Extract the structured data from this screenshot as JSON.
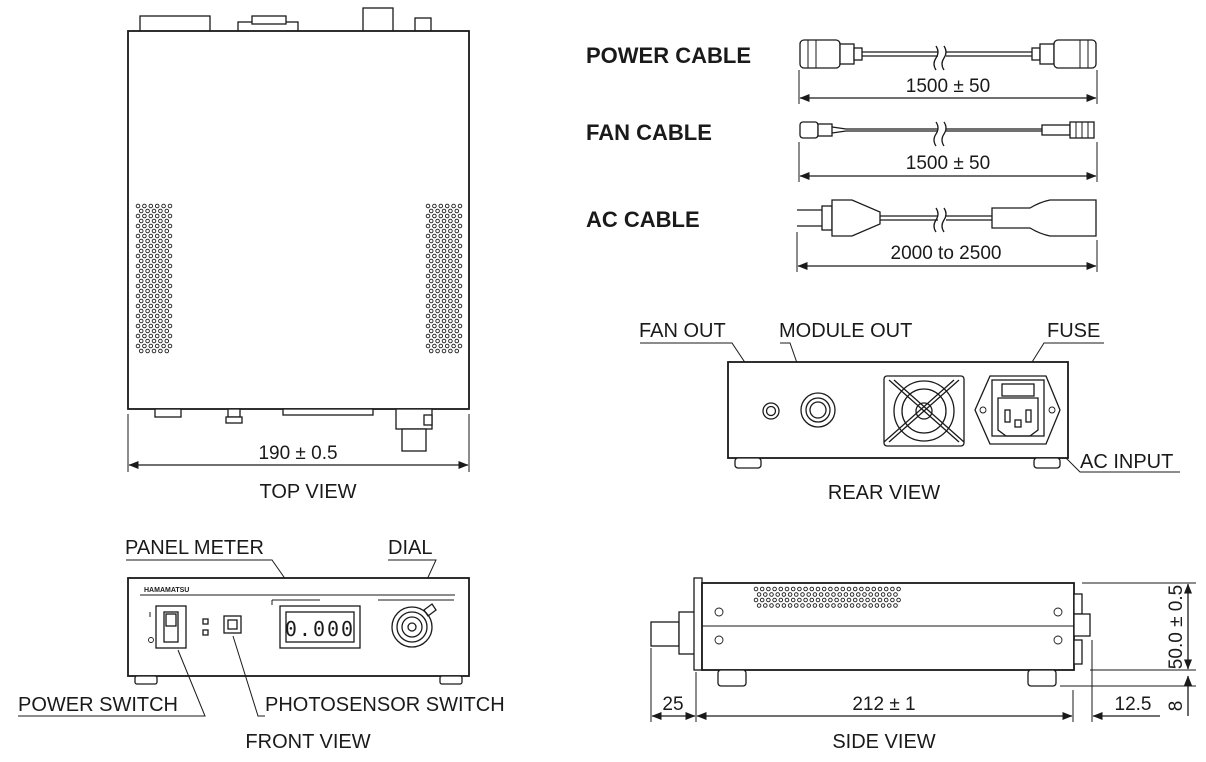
{
  "views": {
    "top": "TOP VIEW",
    "rear": "REAR VIEW",
    "front": "FRONT VIEW",
    "side": "SIDE VIEW"
  },
  "cables": {
    "power": {
      "label": "POWER CABLE",
      "length": "1500 ± 50"
    },
    "fan": {
      "label": "FAN CABLE",
      "length": "1500 ± 50"
    },
    "ac": {
      "label": "AC CABLE",
      "length": "2000 to 2500"
    }
  },
  "rear_labels": {
    "fan_out": "FAN OUT",
    "module_out": "MODULE OUT",
    "fuse": "FUSE",
    "ac_input": "AC INPUT"
  },
  "front_labels": {
    "panel_meter": "PANEL METER",
    "dial": "DIAL",
    "power_switch": "POWER SWITCH",
    "photosensor_switch": "PHOTOSENSOR SWITCH",
    "brand": "HAMAMATSU",
    "meter_reading": "0.000"
  },
  "dimensions": {
    "top_width": "190 ± 0.5",
    "side_length": "212 ± 1",
    "side_front_protrusion": "25",
    "side_rear_protrusion": "12.5",
    "side_height": "50.0 ± 0.5",
    "side_foot": "8"
  }
}
